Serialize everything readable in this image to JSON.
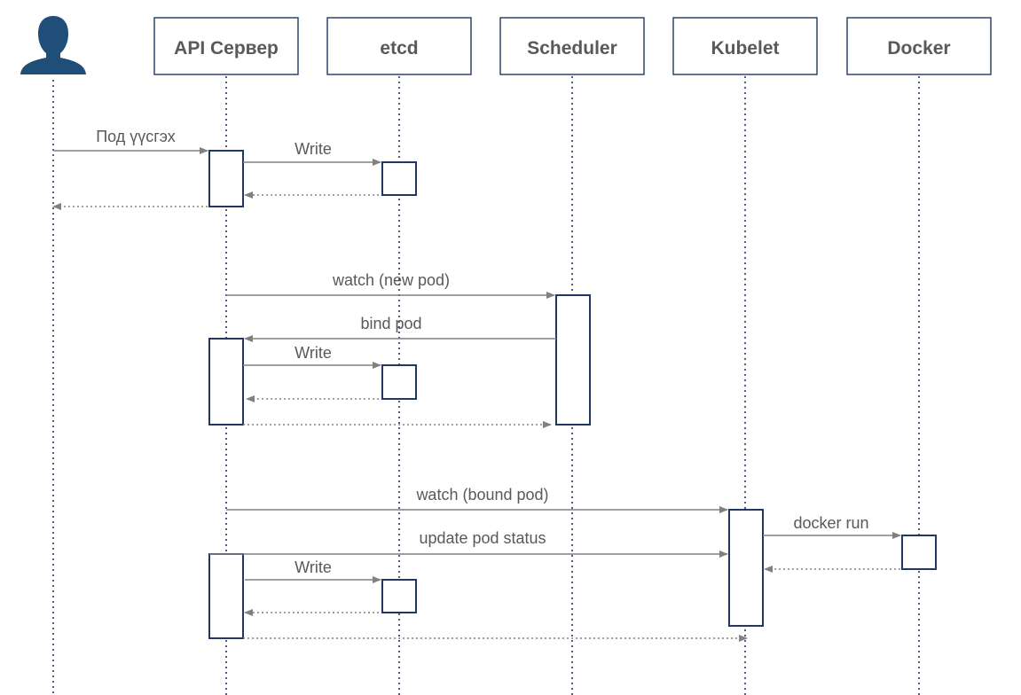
{
  "participants": {
    "user": "",
    "api": "API Сервер",
    "etcd": "etcd",
    "scheduler": "Scheduler",
    "kubelet": "Kubelet",
    "docker": "Docker"
  },
  "messages": {
    "create_pod": "Под үүсгэх",
    "write_1": "Write",
    "watch_new_pod": "watch (new pod)",
    "bind_pod": "bind pod",
    "write_2": "Write",
    "watch_bound_pod": "watch (bound pod)",
    "docker_run": "docker run",
    "update_pod_status": "update pod status",
    "write_3": "Write"
  },
  "icons": {
    "user": "user-silhouette-icon"
  },
  "colors": {
    "navy": "#1f3864",
    "user_icon": "#1f4e79",
    "arrow": "#808080",
    "text": "#595959"
  }
}
